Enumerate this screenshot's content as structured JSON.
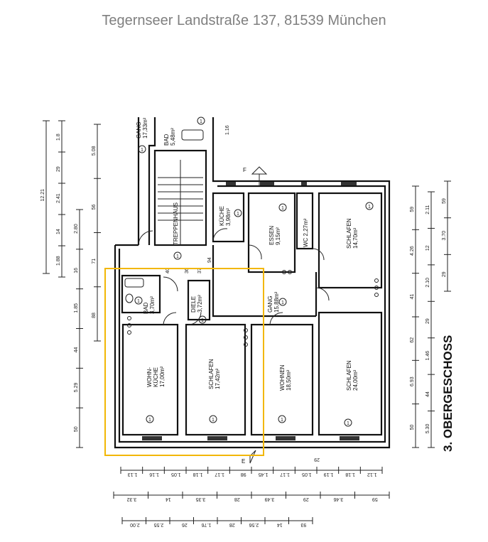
{
  "title": "Tegernseer Landstraße 137, 81539 München",
  "floor_label": "3. OBERGESCHOSS",
  "highlight_color": "#f2b705",
  "rooms": [
    {
      "name": "WOHN-",
      "name2": "KÜCHE",
      "area": "17,00m²"
    },
    {
      "name": "SCHLAFEN",
      "area": "17,42m²"
    },
    {
      "name": "WOHNEN",
      "area": "18,50m²"
    },
    {
      "name": "SCHLAFEN",
      "area": "24,00m²"
    },
    {
      "name": "SCHLAFEN",
      "area": "14,70m²"
    },
    {
      "name": "ESSEN",
      "area": "9,15m²"
    },
    {
      "name": "KÜCHE",
      "area": "3,98m²"
    },
    {
      "name": "WC 2,27m²"
    },
    {
      "name": "GANG",
      "area": "15,88m²"
    },
    {
      "name": "DIELE",
      "area": "3,72m²"
    },
    {
      "name": "BAD",
      "area": "3,70m²"
    },
    {
      "name": "TREPPENHAUS"
    },
    {
      "name": "BAD",
      "area": "5,48m²"
    },
    {
      "name": "GANG",
      "area": "17,33m²"
    }
  ],
  "marker": "1",
  "section_marks": [
    "F",
    "E"
  ],
  "dimensions": {
    "bottom_row1": [
      "1.13",
      "1.16",
      "1.05",
      "1.18",
      "1.17",
      "98",
      "1.45",
      "1.17",
      "1.05",
      "1.19",
      "1.18",
      "1.12"
    ],
    "bottom_row1_extra": "29",
    "bottom_row2": [
      "3.32",
      "14",
      "3.35",
      "28",
      "3.49",
      "29",
      "3.46",
      "59"
    ],
    "bottom_row3": [
      "2.00",
      "2.55",
      "26",
      "1.76",
      "28",
      "2.56",
      "14",
      "93"
    ],
    "right_col1": [
      "59",
      "4.26",
      "41",
      "62",
      "6.93",
      "50"
    ],
    "right_col2": [
      "2.11",
      "12",
      "2.10",
      "29",
      "1.46",
      "44",
      "5.30"
    ],
    "right_col3": [
      "59",
      "3.70",
      "29"
    ],
    "left_col1": [
      "12.21"
    ],
    "left_col2": [
      "1.8",
      "29",
      "2.41",
      "14",
      "1.88"
    ],
    "left_col3": [
      "2.80",
      "16",
      "1.85",
      "44",
      "5.29",
      "50"
    ],
    "left_col4": [
      "5.08",
      "56",
      "71",
      "88"
    ],
    "misc": [
      "1.16",
      "94",
      "37",
      "36",
      "40"
    ]
  }
}
